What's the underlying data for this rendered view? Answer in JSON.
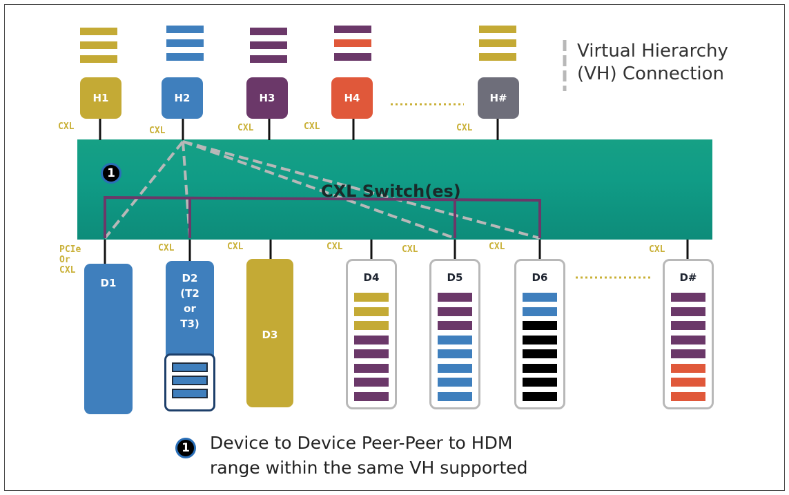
{
  "colors": {
    "gold": "#c4aa35",
    "blue": "#3f7fbd",
    "purple": "#6b3869",
    "orange": "#e0583a",
    "gray": "#6e6e7a",
    "black": "#000000",
    "switch": "#13998a",
    "vh_line": "#6b3869",
    "dashed": "#b8b8b8"
  },
  "legend": {
    "line1": "Virtual Hierarchy",
    "line2": "(VH) Connection"
  },
  "switch": {
    "label": "CXL Switch(es)"
  },
  "badge": {
    "number": "1"
  },
  "note": {
    "line1": "Device to Device Peer-Peer to HDM",
    "line2": "range within the same VH supported"
  },
  "hosts": [
    {
      "label": "H1",
      "color": "gold",
      "stack": [
        "gold",
        "gold",
        "gold"
      ],
      "link": "CXL"
    },
    {
      "label": "H2",
      "color": "blue",
      "stack": [
        "blue",
        "blue",
        "blue"
      ],
      "link": "CXL"
    },
    {
      "label": "H3",
      "color": "purple",
      "stack": [
        "purple",
        "purple",
        "purple"
      ],
      "link": "CXL"
    },
    {
      "label": "H4",
      "color": "orange",
      "stack": [
        "purple",
        "orange",
        "purple"
      ],
      "link": "CXL"
    },
    {
      "label": "H#",
      "color": "gray",
      "stack": [
        "gold",
        "gold",
        "gold"
      ],
      "link": "CXL"
    }
  ],
  "devices": [
    {
      "label": "D1",
      "link": "PCIe\nOr\nCXL"
    },
    {
      "label": "D2\n(T2\nor\nT3)",
      "link": "CXL"
    },
    {
      "label": "D3",
      "link": "CXL"
    },
    {
      "label": "D4",
      "link": "CXL",
      "stack": [
        "gold",
        "gold",
        "gold",
        "purple",
        "purple",
        "purple",
        "purple",
        "purple"
      ]
    },
    {
      "label": "D5",
      "link": "CXL",
      "stack": [
        "purple",
        "purple",
        "purple",
        "blue",
        "blue",
        "blue",
        "blue",
        "blue"
      ]
    },
    {
      "label": "D6",
      "link": "CXL",
      "stack": [
        "blue",
        "blue",
        "black",
        "black",
        "black",
        "black",
        "black",
        "black"
      ]
    },
    {
      "label": "D#",
      "link": "CXL",
      "stack": [
        "purple",
        "purple",
        "purple",
        "purple",
        "purple",
        "orange",
        "orange",
        "orange"
      ]
    }
  ]
}
